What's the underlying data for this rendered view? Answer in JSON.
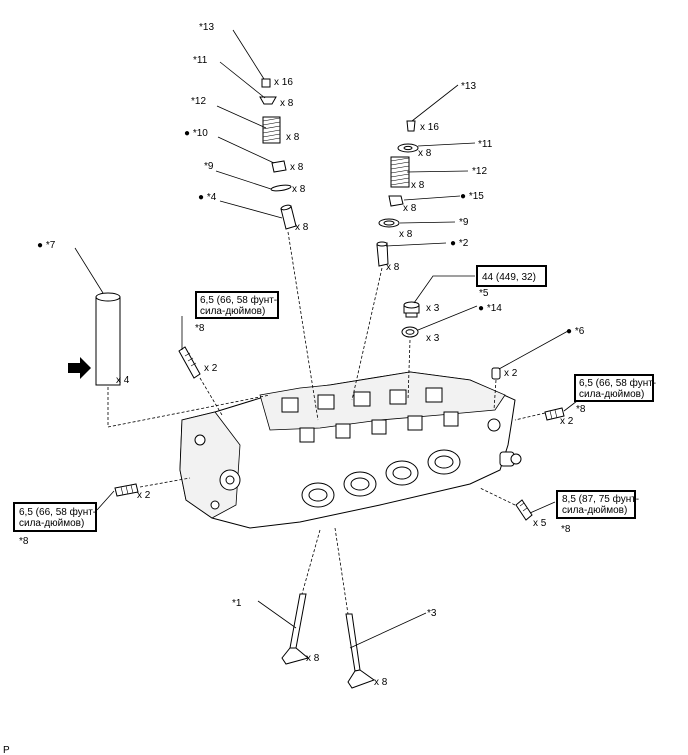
{
  "labels": {
    "l13a": "*13",
    "q16a": "x 16",
    "l11a": "*11",
    "q11a": "x 8",
    "l12a": "*12",
    "q12a": "x 8",
    "l10": "● *10",
    "q10": "x 8",
    "l9a": "*9",
    "q9a": "x 8",
    "l4": "● *4",
    "q4": "x 8",
    "l13b": "*13",
    "q16b": "x 16",
    "l11b": "*11",
    "q11b": "x 8",
    "l12b": "*12",
    "q12b": "x 8",
    "l15": "● *15",
    "q15": "x 8",
    "l9b": "*9",
    "q9b": "x 8",
    "l2": "● *2",
    "q2": "x 8",
    "l5": "*5",
    "q5": "x 3",
    "l14": "● *14",
    "q14": "x 3",
    "l6": "● *6",
    "q6": "x 2",
    "l7": "● *7",
    "q7": "x 4",
    "l8a": "*8",
    "q8a": "x 2",
    "l8b": "*8",
    "q8b": "x 2",
    "l8c": "*8",
    "q8c": "x 2",
    "l8d": "*8",
    "q8d": "x 5",
    "l1": "*1",
    "q1": "x 8",
    "l3": "*3",
    "q3": "x 8",
    "corner": "P"
  },
  "torque": {
    "t5": [
      "44 (449, 32)"
    ],
    "t8a": [
      "6,5 (66, 58 фунт-",
      "сила-дюймов)"
    ],
    "t8b": [
      "6,5 (66, 58 фунт-",
      "сила-дюймов)"
    ],
    "t8c": [
      "6,5 (66, 58 фунт-",
      "сила-дюймов)"
    ],
    "t8d": [
      "8,5 (87, 75 фунт-",
      "сила-дюймов)"
    ]
  }
}
